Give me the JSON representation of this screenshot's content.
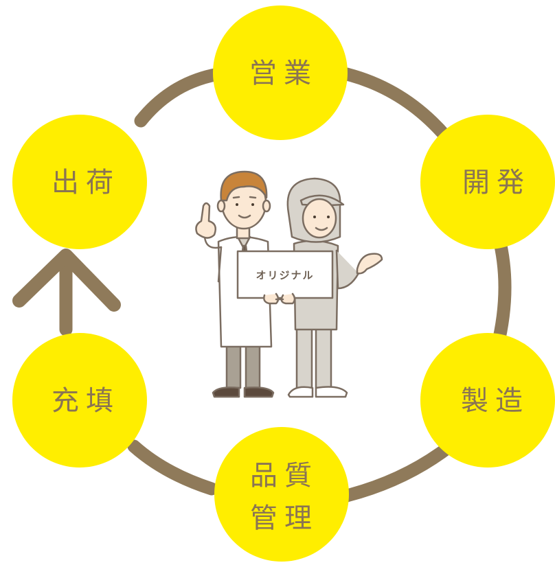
{
  "colors": {
    "ring": "#8f7a5a",
    "node_fill": "#ffee00",
    "label": "#8a7453",
    "outline": "#7b6d61"
  },
  "nodes": {
    "sales": "営業",
    "development": "開発",
    "manufacturing": "製造",
    "quality_line1": "品質",
    "quality_line2": "管理",
    "filling": "充填",
    "shipping": "出荷"
  },
  "center": {
    "sign": "オリジナル",
    "illustration": "researcher-and-factory-worker"
  }
}
